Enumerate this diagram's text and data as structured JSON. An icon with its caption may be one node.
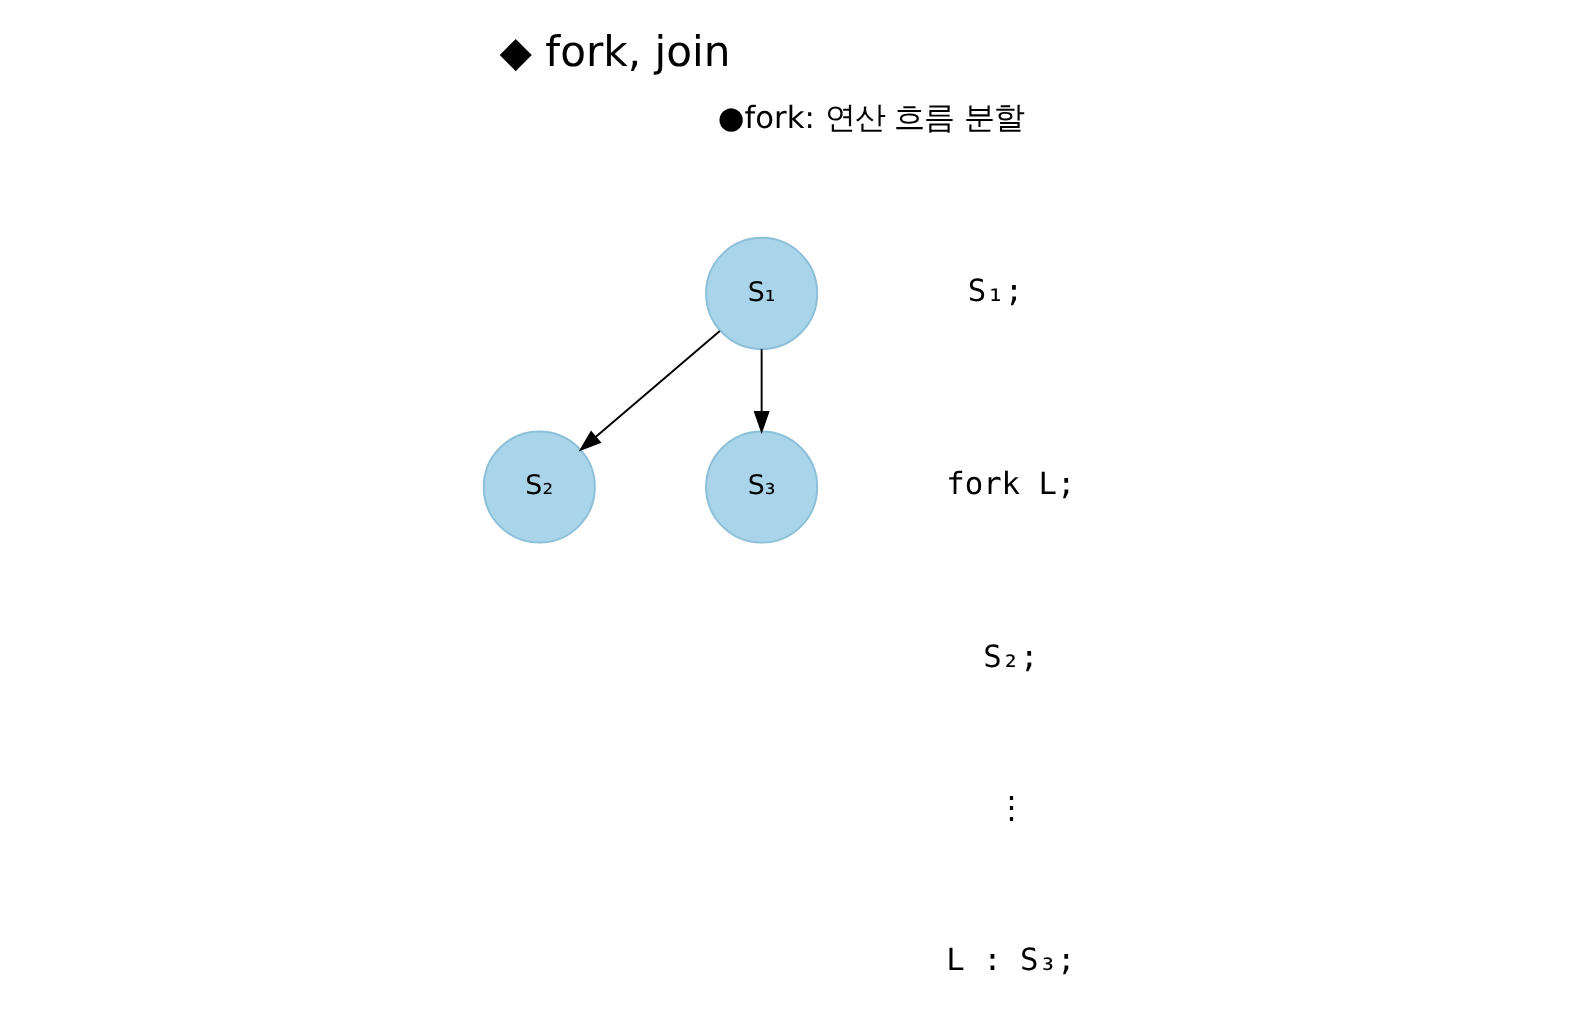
{
  "diagram": {
    "title": "◆ fork, join",
    "nodes": [
      {
        "text": [
          "S₁"
        ]
      },
      {
        "text": [
          "S₂"
        ]
      },
      {
        "text": [
          "S₃"
        ]
      }
    ],
    "edges": [
      {
        "from": 0,
        "to": 1,
        "arrow": "to"
      },
      {
        "from": 0,
        "to": 2,
        "arrow": "to"
      }
    ],
    "labels": [
      "●fork: 연산 흐름 분할",
      "S₁;",
      "fork L;",
      "S₂;",
      "⋮",
      "L : S₃;"
    ]
  }
}
